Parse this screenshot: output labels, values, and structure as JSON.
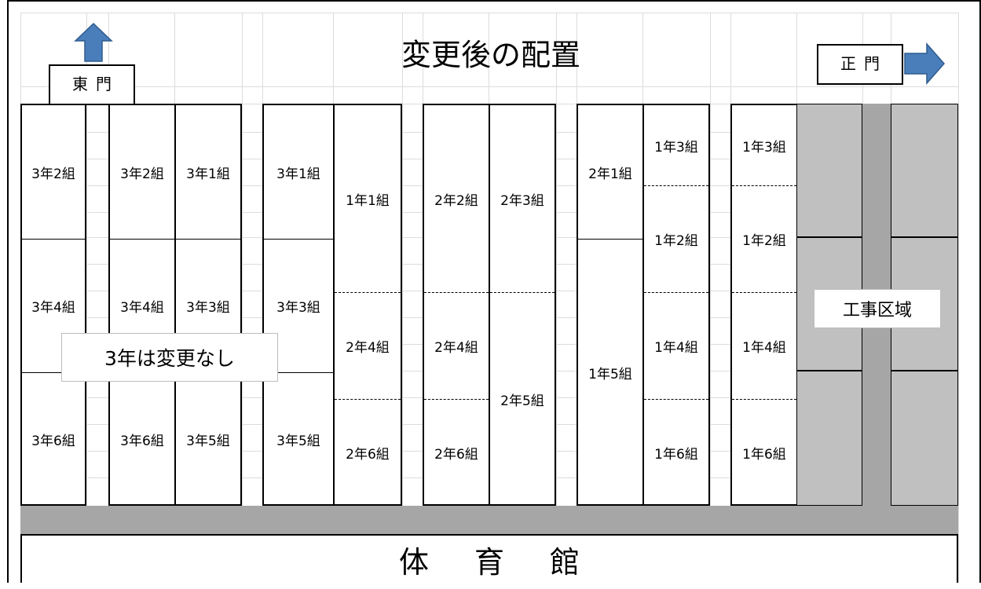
{
  "title": "変更後の配置",
  "east_gate": "東門",
  "main_gate": "正門",
  "gymnasium": "体育館",
  "note": "3年は変更なし",
  "construction_zone": "工事区域",
  "colors": {
    "gray_zone": "#c0c0c0",
    "path": "#a6a6a6",
    "arrow": "#4a7ebb"
  },
  "columns": [
    {
      "cells": [
        "3年2組",
        "3年4組",
        "3年6組"
      ]
    },
    {
      "cells": [
        "3年2組",
        "3年4組",
        "3年6組"
      ]
    },
    {
      "cells": [
        "3年1組",
        "3年3組",
        "3年5組"
      ]
    },
    {
      "cells": [
        "3年1組",
        "3年3組",
        "3年5組"
      ]
    },
    {
      "cells": [
        "1年1組",
        "2年4組",
        "2年6組"
      ]
    },
    {
      "cells": [
        "2年2組",
        "2年4組",
        "2年6組"
      ]
    },
    {
      "cells": [
        "2年3組",
        "2年5組"
      ]
    },
    {
      "cells": [
        "2年1組",
        "1年5組"
      ]
    },
    {
      "cells": [
        "1年3組",
        "1年2組",
        "1年4組",
        "1年6組"
      ]
    },
    {
      "cells": [
        "1年3組",
        "1年2組",
        "1年4組",
        "1年6組"
      ]
    }
  ]
}
